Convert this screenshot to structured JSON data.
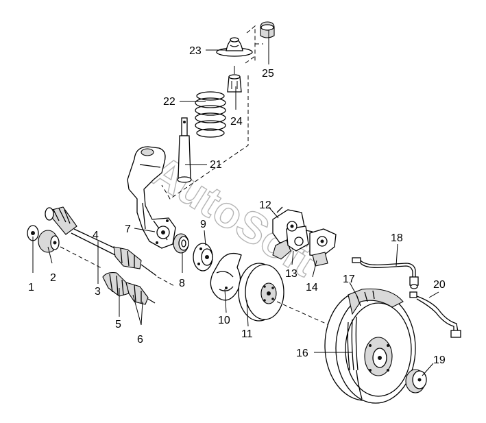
{
  "watermark": "AutoSoft",
  "callouts": {
    "c1": "1",
    "c2": "2",
    "c3": "3",
    "c4": "4",
    "c5": "5",
    "c6": "6",
    "c7": "7",
    "c8": "8",
    "c9": "9",
    "c10": "10",
    "c11": "11",
    "c12": "12",
    "c13": "13",
    "c14": "14",
    "c16": "16",
    "c17": "17",
    "c18": "18",
    "c19": "19",
    "c20": "20",
    "c21": "21",
    "c22": "22",
    "c23": "23",
    "c24": "24",
    "c25": "25"
  }
}
